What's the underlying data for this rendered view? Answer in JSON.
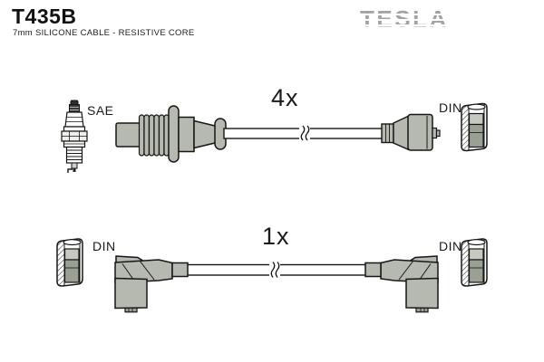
{
  "header": {
    "part_number": "T435B",
    "subtitle": "7mm SILICONE CABLE - RESISTIVE CORE",
    "brand": "TESLA"
  },
  "diagram": {
    "top_row": {
      "quantity_label": "4x",
      "plug_end_label": "SAE",
      "distributor_end_label": "DIN"
    },
    "bottom_row": {
      "quantity_label": "1x",
      "left_end_label": "DIN",
      "right_end_label": "DIN"
    }
  },
  "colors": {
    "boot_gray": "#b6b9b0",
    "inner_gray": "#9aa094",
    "outline": "#161616",
    "brand_gray": "#a2a49f"
  }
}
